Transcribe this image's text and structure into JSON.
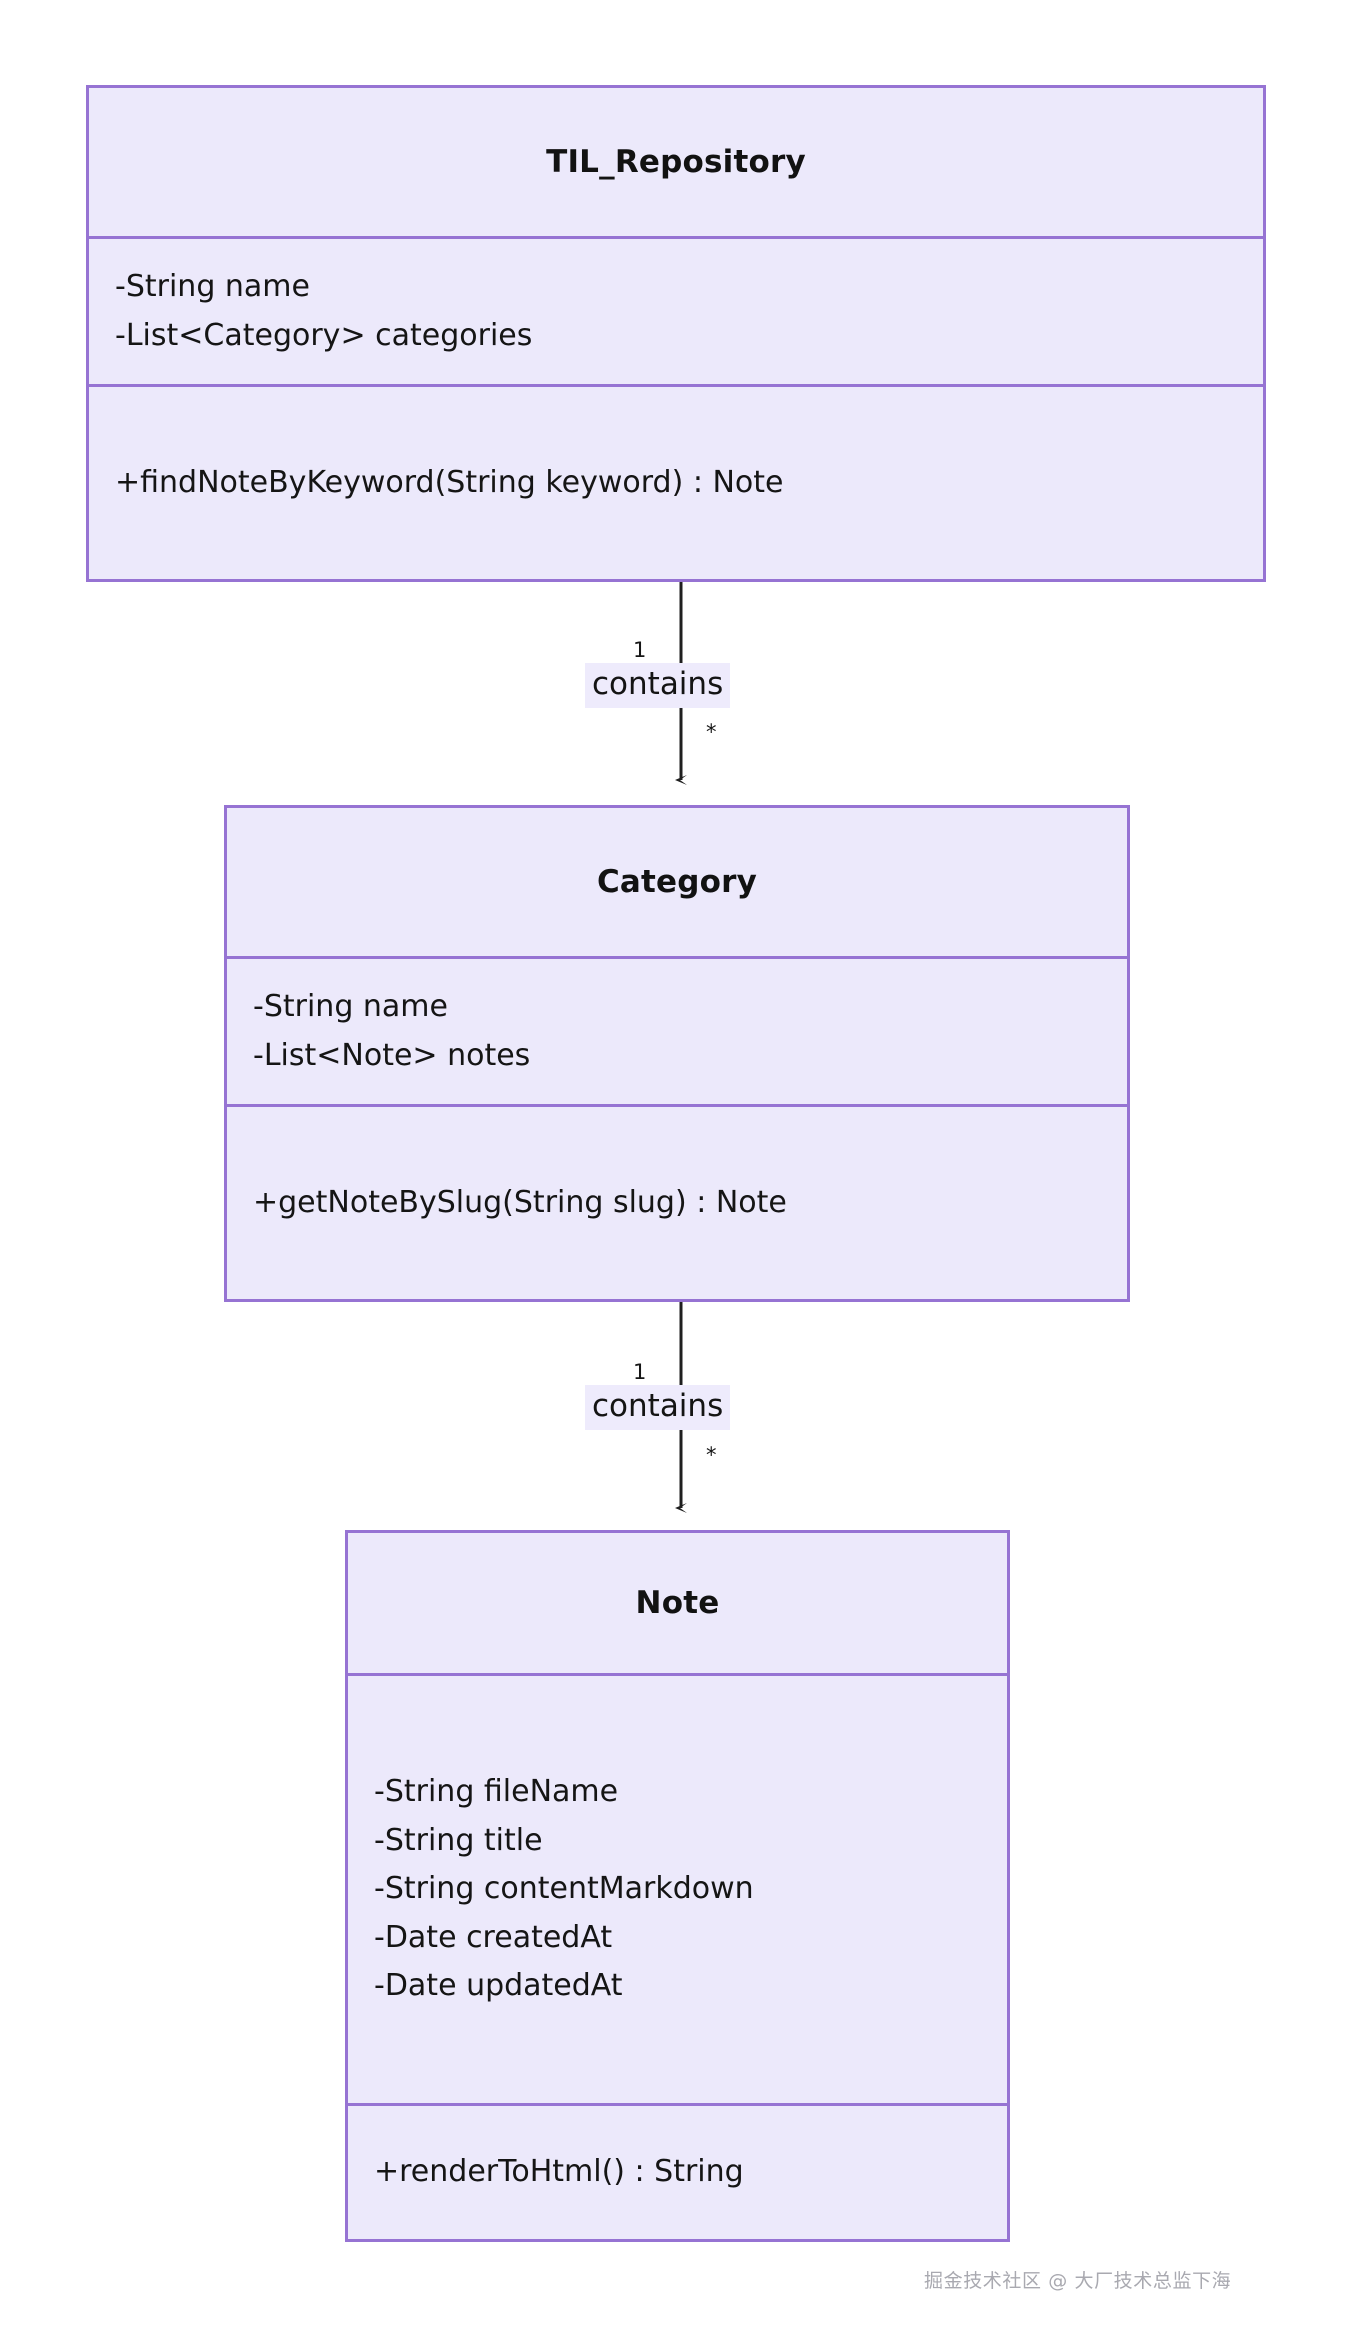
{
  "diagram": {
    "type": "uml-class-diagram",
    "colors": {
      "box_fill": "#ece9fb",
      "box_border": "#9673d3",
      "label_bg": "#eeebfc",
      "text": "#151515",
      "line": "#1f1f1f",
      "watermark": "#a9a9b0"
    },
    "classes": [
      {
        "name": "TIL_Repository",
        "attributes": [
          "-String name",
          "-List<Category> categories"
        ],
        "methods": [
          "+findNoteByKeyword(String keyword) : Note"
        ]
      },
      {
        "name": "Category",
        "attributes": [
          "-String name",
          "-List<Note> notes"
        ],
        "methods": [
          "+getNoteBySlug(String slug) : Note"
        ]
      },
      {
        "name": "Note",
        "attributes": [
          "-String fileName",
          "-String title",
          "-String contentMarkdown",
          "-Date createdAt",
          "-Date updatedAt"
        ],
        "methods": [
          "+renderToHtml() : String"
        ]
      }
    ],
    "relationships": [
      {
        "from": "TIL_Repository",
        "to": "Category",
        "label": "contains",
        "source_multiplicity": "1",
        "target_multiplicity": "*"
      },
      {
        "from": "Category",
        "to": "Note",
        "label": "contains",
        "source_multiplicity": "1",
        "target_multiplicity": "*"
      }
    ]
  },
  "watermark": {
    "text": "掘金技术社区 @ 大厂技术总监下海"
  }
}
